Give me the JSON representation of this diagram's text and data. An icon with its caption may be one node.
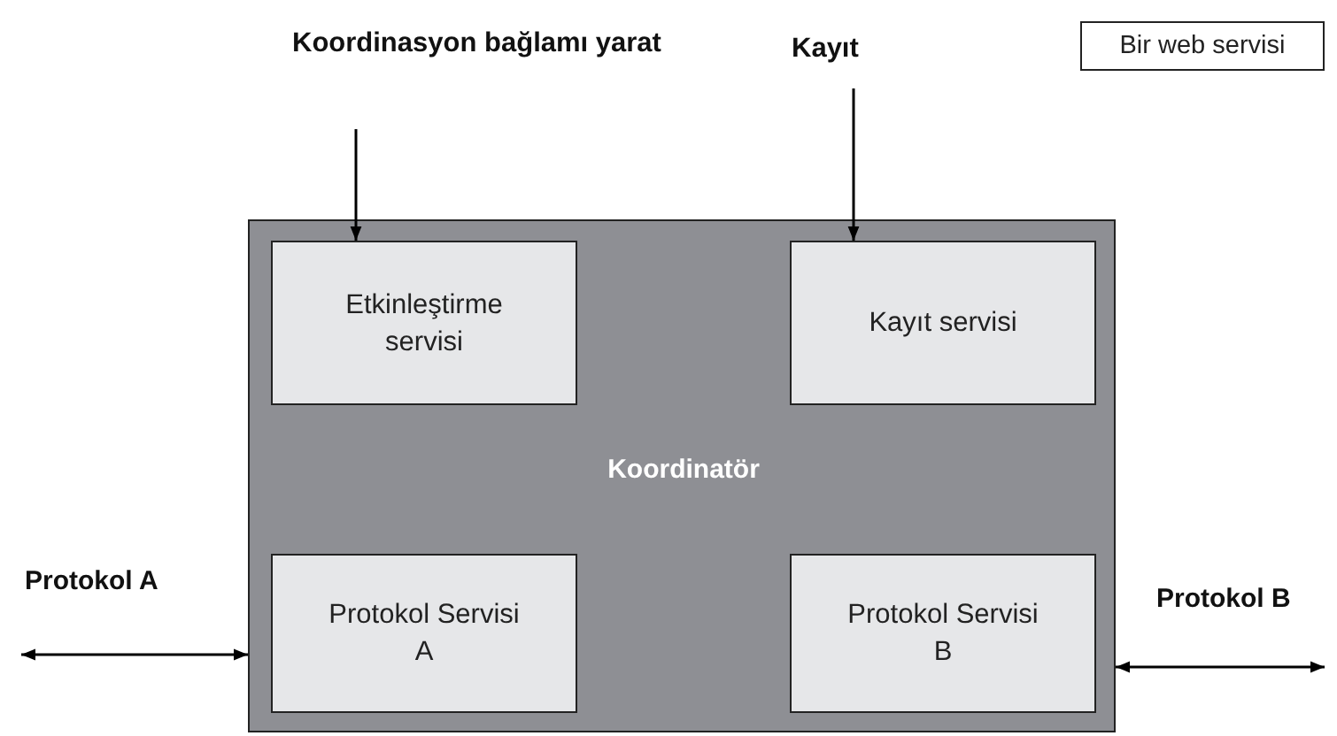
{
  "diagram": {
    "nodes": [
      {
        "text": [
          "Koordinatör"
        ]
      },
      {
        "text": [
          "Etkinleştirme servisi"
        ],
        "in": 0
      },
      {
        "text": [
          "Kayıt servisi"
        ],
        "in": 0
      },
      {
        "text": [
          "Protokol Servisi A"
        ],
        "in": 0
      },
      {
        "text": [
          "Protokol Servisi B"
        ],
        "in": 0
      },
      {
        "text": [
          "Koordinasyon bağlamı yarat"
        ]
      },
      {
        "text": [
          "Kayıt"
        ]
      },
      {
        "text": [
          "Bir web servisi"
        ]
      }
    ],
    "edges": [
      {
        "from": 5,
        "to": 1,
        "arrow": "to"
      },
      {
        "from": 6,
        "to": 2,
        "arrow": "to"
      },
      {
        "from": null,
        "to": 0,
        "arrow": "both",
        "label": "Protokol A"
      },
      {
        "from": 0,
        "to": null,
        "arrow": "both",
        "label": "Protokol B"
      }
    ]
  }
}
